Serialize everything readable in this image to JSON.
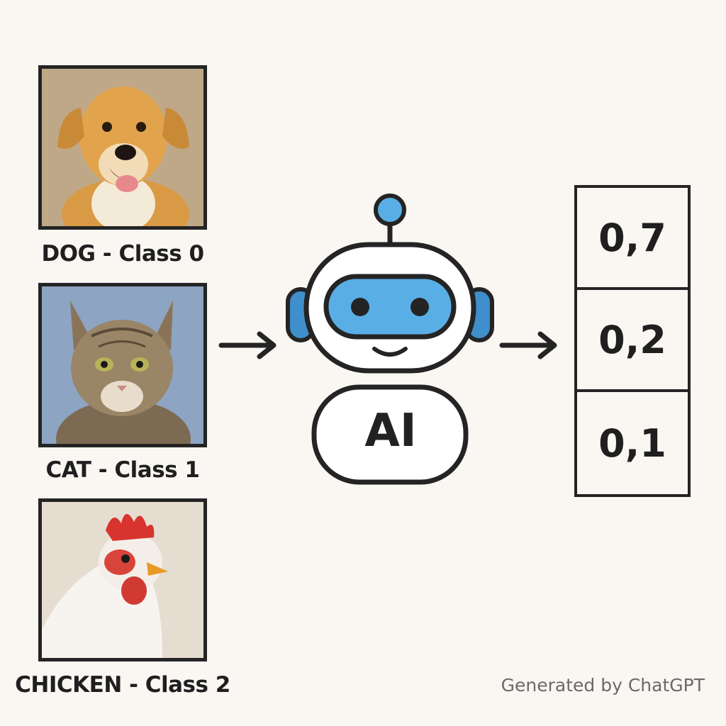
{
  "inputs": [
    {
      "label": "DOG - Class 0",
      "image": "dog-photo"
    },
    {
      "label": "CAT - Class 1",
      "image": "cat-photo"
    },
    {
      "label": "CHICKEN - Class 2",
      "image": "chicken-photo"
    }
  ],
  "model": {
    "icon": "robot-icon",
    "label": "AI",
    "accent": "#4fa3dd"
  },
  "outputs": [
    "0,7",
    "0,2",
    "0,1"
  ],
  "footer": "Generated by ChatGPT"
}
